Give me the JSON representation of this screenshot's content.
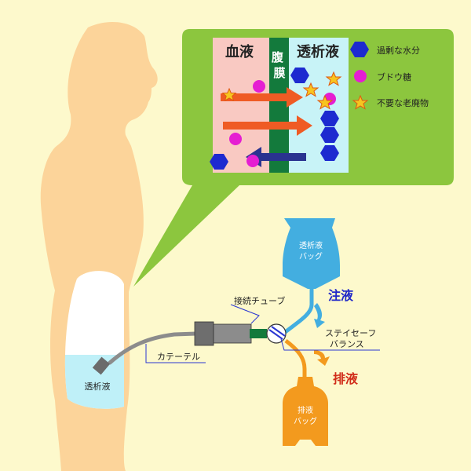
{
  "colors": {
    "background": "#fdf9cc",
    "body_skin": "#fcd49a",
    "callout_green": "#8cc63e",
    "blood_panel": "#f9c9c2",
    "dialysate_panel": "#c8f3f7",
    "membrane": "#137a3c",
    "water_hexagon": "#1d2ad0",
    "glucose_dot": "#e51ed2",
    "waste_star": "#f7c520",
    "waste_star_outline": "#e05a12",
    "arrow_orange": "#ef5b24",
    "arrow_navy": "#2a3390",
    "dialysate_bag": "#43aee0",
    "drain_bag": "#f39a1e",
    "catheter_gray": "#8c8c8c",
    "inflow_label": "#2129c8",
    "outflow_label": "#d12c19",
    "leader_line": "#2a36d2"
  },
  "callout": {
    "blood_label": "血液",
    "membrane_label": "腹膜",
    "dialysate_label": "透析液",
    "legend": [
      {
        "icon": "hexagon-icon",
        "label": "過剰な水分"
      },
      {
        "icon": "dot-icon",
        "label": "ブドウ糖"
      },
      {
        "icon": "star-icon",
        "label": "不要な老廃物"
      }
    ]
  },
  "body": {
    "abdomen_fluid_label": "透析液"
  },
  "labels": {
    "catheter": "カテーテル",
    "connection_tube": "接続チューブ",
    "stay_safe_line1": "ステイセーフ",
    "stay_safe_line2": "バランス",
    "inflow": "注液",
    "outflow": "排液"
  },
  "bags": {
    "dialysate_line1": "透析液",
    "dialysate_line2": "バッグ",
    "drain_line1": "排液",
    "drain_line2": "バッグ"
  }
}
